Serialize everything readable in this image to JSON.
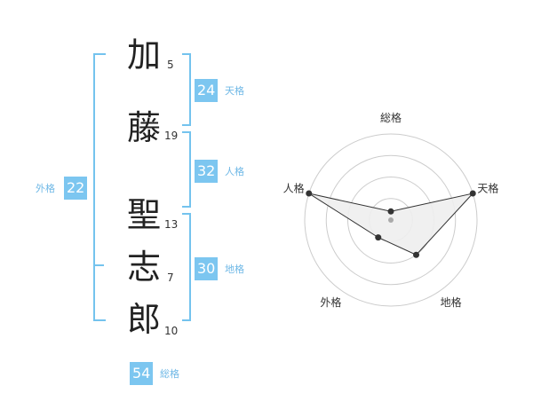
{
  "name": {
    "chars": [
      "加",
      "藤",
      "聖",
      "志",
      "郎"
    ],
    "strokes": [
      "5",
      "19",
      "13",
      "7",
      "10"
    ]
  },
  "fortune": {
    "tenkaku": {
      "value": "24",
      "label": "天格"
    },
    "jinkaku": {
      "value": "32",
      "label": "人格"
    },
    "chikaku": {
      "value": "30",
      "label": "地格"
    },
    "gaikaku": {
      "value": "22",
      "label": "外格"
    },
    "soukaku": {
      "value": "54",
      "label": "総格"
    }
  },
  "chart_data": {
    "type": "radar",
    "axes": [
      "総格",
      "天格",
      "地格",
      "外格",
      "人格"
    ],
    "values": [
      0.1,
      1.0,
      0.5,
      0.25,
      1.0
    ],
    "rings": 4,
    "colors": {
      "ring": "#cccccc",
      "fill": "#eeeeee",
      "line": "#333333",
      "point": "#333333",
      "center": "#aaaaaa"
    }
  }
}
